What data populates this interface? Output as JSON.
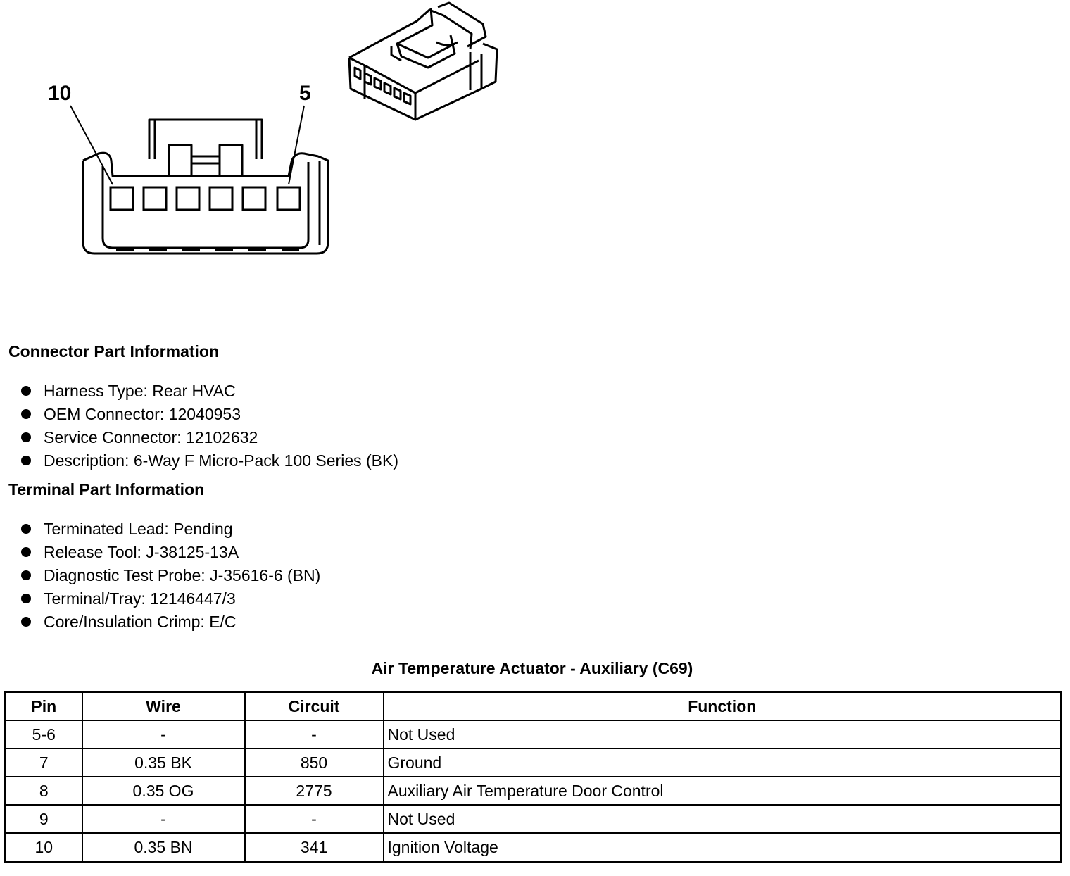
{
  "diagram": {
    "pin_label_left": "10",
    "pin_label_right": "5"
  },
  "connector_info": {
    "heading": "Connector Part Information",
    "items": [
      "Harness Type: Rear HVAC",
      "OEM Connector: 12040953",
      "Service Connector: 12102632",
      "Description: 6-Way F Micro-Pack 100 Series (BK)"
    ]
  },
  "terminal_info": {
    "heading": "Terminal Part Information",
    "items": [
      "Terminated Lead: Pending",
      "Release Tool: J-38125-13A",
      "Diagnostic Test Probe: J-35616-6 (BN)",
      "Terminal/Tray: 12146447/3",
      "Core/Insulation Crimp: E/C"
    ]
  },
  "table": {
    "title": "Air Temperature Actuator - Auxiliary (C69)",
    "headers": [
      "Pin",
      "Wire",
      "Circuit",
      "Function"
    ],
    "rows": [
      [
        "5-6",
        "-",
        "-",
        "Not Used"
      ],
      [
        "7",
        "0.35 BK",
        "850",
        "Ground"
      ],
      [
        "8",
        "0.35 OG",
        "2775",
        "Auxiliary Air Temperature Door Control"
      ],
      [
        "9",
        "-",
        "-",
        "Not Used"
      ],
      [
        "10",
        "0.35 BN",
        "341",
        "Ignition Voltage"
      ]
    ]
  }
}
